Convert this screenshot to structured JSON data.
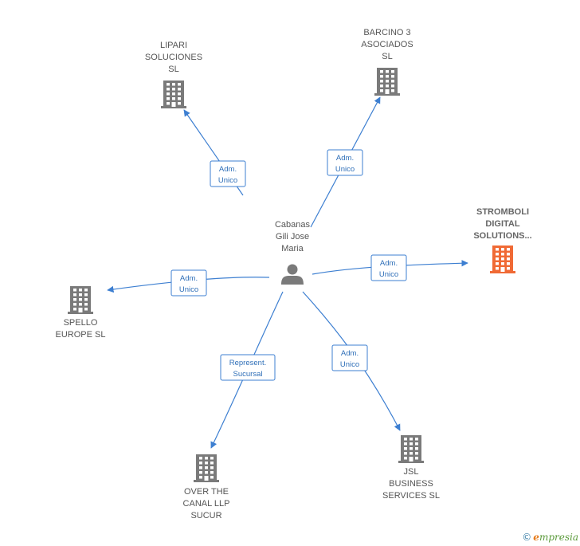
{
  "center": {
    "label_lines": [
      "Cabanas",
      "Gili Jose",
      "Maria"
    ],
    "icon": "person-icon"
  },
  "nodes": [
    {
      "id": "lipari",
      "label_lines": [
        "LIPARI",
        "SOLUCIONES",
        "SL"
      ],
      "icon": "building-icon",
      "highlight": false
    },
    {
      "id": "barcino",
      "label_lines": [
        "BARCINO 3",
        "ASOCIADOS",
        "SL"
      ],
      "icon": "building-icon",
      "highlight": false
    },
    {
      "id": "stromboli",
      "label_lines": [
        "STROMBOLI",
        "DIGITAL",
        "SOLUTIONS..."
      ],
      "icon": "building-icon",
      "highlight": true
    },
    {
      "id": "spello",
      "label_lines": [
        "SPELLO",
        "EUROPE  SL"
      ],
      "icon": "building-icon",
      "highlight": false
    },
    {
      "id": "jsl",
      "label_lines": [
        "JSL",
        "BUSINESS",
        "SERVICES SL"
      ],
      "icon": "building-icon",
      "highlight": false
    },
    {
      "id": "overthecanal",
      "label_lines": [
        "OVER THE",
        "CANAL LLP",
        "SUCUR"
      ],
      "icon": "building-icon",
      "highlight": false
    }
  ],
  "edges": [
    {
      "to": "lipari",
      "label_lines": [
        "Adm.",
        "Unico"
      ]
    },
    {
      "to": "barcino",
      "label_lines": [
        "Adm.",
        "Unico"
      ]
    },
    {
      "to": "stromboli",
      "label_lines": [
        "Adm.",
        "Unico"
      ]
    },
    {
      "to": "spello",
      "label_lines": [
        "Adm.",
        "Unico"
      ]
    },
    {
      "to": "jsl",
      "label_lines": [
        "Adm.",
        "Unico"
      ]
    },
    {
      "to": "overthecanal",
      "label_lines": [
        "Represent.",
        "Sucursal"
      ]
    }
  ],
  "colors": {
    "edge": "#3d7fd1",
    "node_icon": "#7a7a7a",
    "highlight_icon": "#f06a35"
  },
  "footer": {
    "copyright": "©",
    "brand": "mpresia",
    "brand_initial": "e"
  }
}
